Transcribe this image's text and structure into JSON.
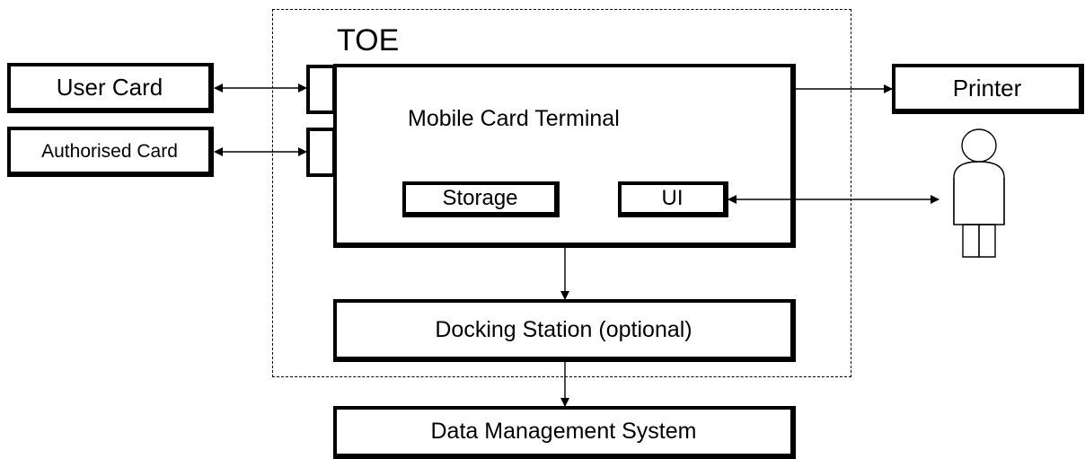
{
  "diagram": {
    "toe_label": "TOE",
    "terminal": {
      "title": "Mobile Card Terminal",
      "storage": "Storage",
      "ui": "UI"
    },
    "external": {
      "user_card": "User Card",
      "authorised_card": "Authorised Card",
      "printer": "Printer",
      "docking_station": "Docking Station  (optional)",
      "data_management_system": "Data Management System"
    }
  }
}
